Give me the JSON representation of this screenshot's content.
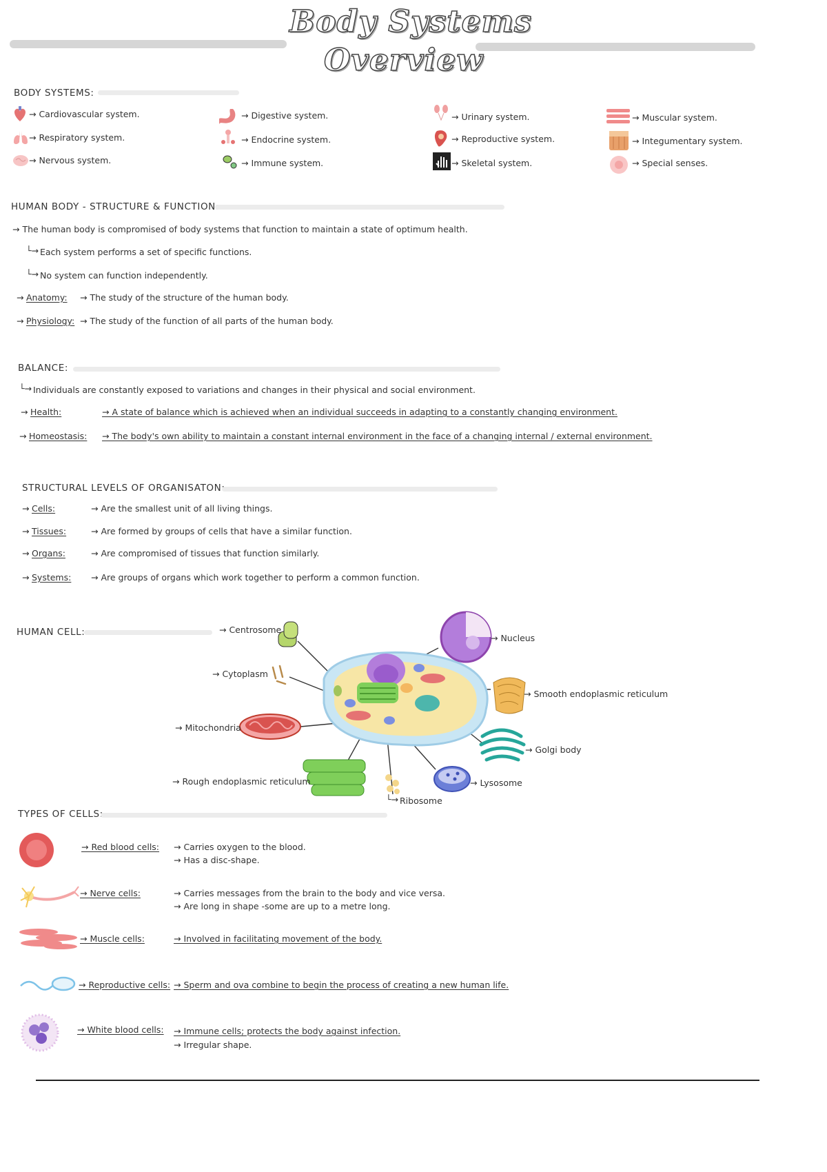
{
  "title": {
    "line1": "Body Systems",
    "line2": "Overview"
  },
  "sections": {
    "body_systems": "BODY SYSTEMS:",
    "structure_function": "HUMAN BODY - STRUCTURE & FUNCTION:",
    "balance": "BALANCE:",
    "levels": "STRUCTURAL LEVELS OF ORGANISATON:",
    "human_cell": "HUMAN CELL:",
    "types_of_cells": "TYPES OF CELLS:"
  },
  "systems": [
    "→ Cardiovascular system.",
    "→ Respiratory system.",
    "→ Nervous system.",
    "→ Digestive system.",
    "→ Endocrine system.",
    "→ Immune system.",
    "→ Urinary system.",
    "→ Reproductive system.",
    "→ Skeletal system.",
    "→ Muscular system.",
    "→ Integumentary system.",
    "→ Special senses."
  ],
  "structure": {
    "intro": "→ The human body is compromised of body systems that function to maintain a state of optimum health.",
    "sub1": "Each system performs a set of specific functions.",
    "sub2": "No system can function independently.",
    "anatomy_term": "Anatomy:",
    "anatomy_def": "→ The study of the structure of the human body.",
    "physiology_term": "Physiology:",
    "physiology_def": "→ The study of the function of all parts of the human body."
  },
  "balance": {
    "intro": "Individuals are constantly exposed to variations and changes in their physical and social environment.",
    "health_term": "Health:",
    "health_def": "→ A state of balance which is achieved when an individual succeeds in adapting to a constantly changing environment.",
    "homeo_term": "Homeostasis:",
    "homeo_def": "→ The body's own ability to maintain a constant internal environment in the face of a changing internal / external environment."
  },
  "levels": [
    {
      "term": "Cells:",
      "def": "→ Are the smallest unit of all living things."
    },
    {
      "term": "Tissues:",
      "def": "→ Are formed by groups of cells that have a similar function."
    },
    {
      "term": "Organs:",
      "def": "→ Are compromised of tissues that function similarly."
    },
    {
      "term": "Systems:",
      "def": "→ Are groups of organs which work together to perform a common function."
    }
  ],
  "cell_labels": {
    "centrosome": "→ Centrosome",
    "cytoplasm": "→ Cytoplasm",
    "mitochondria": "→ Mitochondria",
    "rough_er": "→ Rough endoplasmic reticulum",
    "ribosome": "Ribosome",
    "lysosome": "→ Lysosome",
    "golgi": "→ Golgi body",
    "smooth_er": "→ Smooth endoplasmic reticulum",
    "nucleus": "→ Nucleus"
  },
  "cell_types": [
    {
      "name": "→ Red blood cells:",
      "lines": [
        "→ Carries oxygen to the blood.",
        "→ Has a disc-shape."
      ]
    },
    {
      "name": "→ Nerve cells:",
      "lines": [
        "→ Carries messages from the brain to the body and vice versa.",
        "→ Are long in shape -some are up to a metre long."
      ]
    },
    {
      "name": "→ Muscle cells:",
      "lines": [
        "→ Involved in facilitating movement of the body."
      ]
    },
    {
      "name": "→ Reproductive cells:",
      "lines": [
        "→ Sperm and ova combine to begin the process of creating a new human life."
      ]
    },
    {
      "name": "→ White blood cells:",
      "lines": [
        "→ Immune cells; protects the body against infection.",
        "→ Irregular shape."
      ]
    }
  ],
  "colors": {
    "accent_red": "#e35a5a",
    "cell_fill": "#f7e6a6",
    "cell_border": "#a9d3ea",
    "nucleus": "#b37ddb",
    "green": "#7fcf5a"
  }
}
